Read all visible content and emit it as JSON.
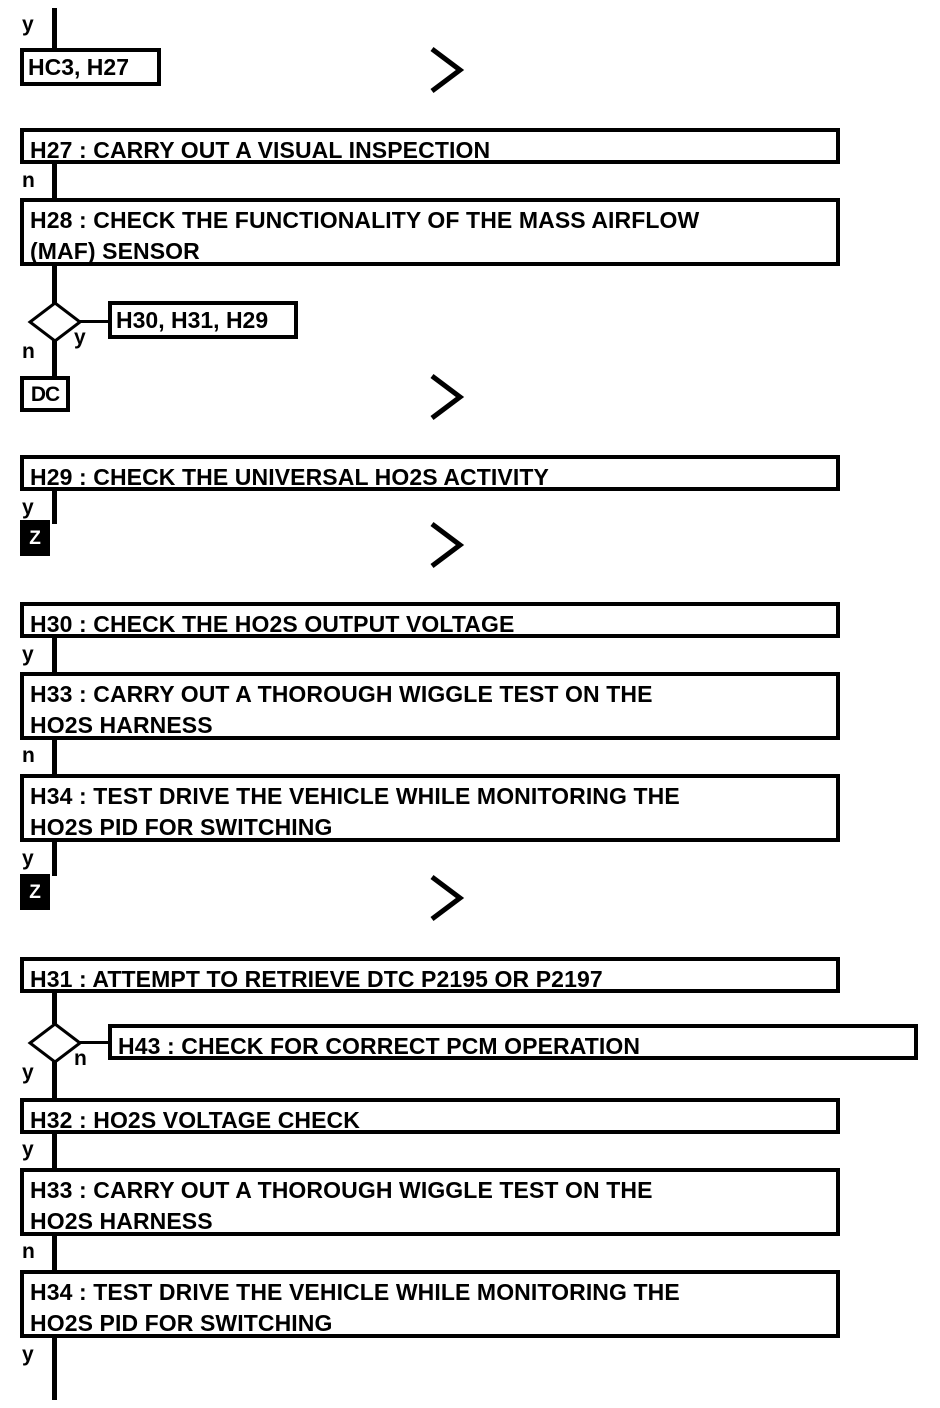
{
  "diagram": {
    "title": "HO2S / MAF diagnostic flowchart (continuation page)",
    "colors": {
      "line": "#000000",
      "fill": "#ffffff",
      "invert_fill": "#000000",
      "invert_text": "#ffffff"
    },
    "steps": [
      {
        "id": "h27",
        "label": "H27 : CARRY OUT A VISUAL INSPECTION"
      },
      {
        "id": "h28",
        "label": "H28 : CHECK THE FUNCTIONALITY OF THE MASS AIRFLOW\n(MAF) SENSOR"
      },
      {
        "id": "h29",
        "label": "H29 : CHECK THE UNIVERSAL HO2S ACTIVITY"
      },
      {
        "id": "h30",
        "label": "H30 : CHECK THE HO2S OUTPUT VOLTAGE"
      },
      {
        "id": "h33a",
        "label": "H33 : CARRY OUT A THOROUGH WIGGLE TEST ON THE\nHO2S HARNESS"
      },
      {
        "id": "h34a",
        "label": "H34 : TEST DRIVE THE VEHICLE WHILE MONITORING THE\nHO2S PID FOR SWITCHING"
      },
      {
        "id": "h31",
        "label": "H31 : ATTEMPT TO RETRIEVE DTC P2195 OR P2197"
      },
      {
        "id": "h43",
        "label": "H43 : CHECK FOR CORRECT PCM OPERATION"
      },
      {
        "id": "h32",
        "label": "H32 : HO2S VOLTAGE CHECK"
      },
      {
        "id": "h33b",
        "label": "H33 : CARRY OUT A THOROUGH WIGGLE TEST ON THE\nHO2S HARNESS"
      },
      {
        "id": "h34b",
        "label": "H34 : TEST DRIVE THE VEHICLE WHILE MONITORING THE\nHO2S PID FOR SWITCHING"
      }
    ],
    "refboxes": [
      {
        "id": "ref_top",
        "label": "HC3, H27"
      },
      {
        "id": "ref_mid",
        "label": "H30, H31, H29"
      }
    ],
    "terminators": [
      {
        "id": "dc",
        "label": "DC",
        "style": "light"
      },
      {
        "id": "z1",
        "label": "Z",
        "style": "dark"
      },
      {
        "id": "z2",
        "label": "Z",
        "style": "dark"
      }
    ],
    "branch_labels": [
      {
        "id": "y_top",
        "label": "y"
      },
      {
        "id": "n_h27",
        "label": "n"
      },
      {
        "id": "n_d1",
        "label": "n"
      },
      {
        "id": "y_d1",
        "label": "y"
      },
      {
        "id": "y_h29",
        "label": "y"
      },
      {
        "id": "y_h30",
        "label": "y"
      },
      {
        "id": "n_h33a",
        "label": "n"
      },
      {
        "id": "y_h34a",
        "label": "y"
      },
      {
        "id": "y_d2",
        "label": "y"
      },
      {
        "id": "n_d2",
        "label": "n"
      },
      {
        "id": "y_h32",
        "label": "y"
      },
      {
        "id": "n_h33b",
        "label": "n"
      },
      {
        "id": "y_h34b",
        "label": "y"
      }
    ],
    "decisions": [
      {
        "id": "decision-1",
        "yes_target": "H30, H31, H29",
        "no_target": "DC"
      },
      {
        "id": "decision-2",
        "yes_target": "H32",
        "no_target": "H43 : CHECK FOR CORRECT PCM OPERATION"
      }
    ],
    "page_break_markers": [
      {
        "id": "chev-1"
      },
      {
        "id": "chev-2"
      },
      {
        "id": "chev-3"
      },
      {
        "id": "chev-4"
      }
    ]
  }
}
